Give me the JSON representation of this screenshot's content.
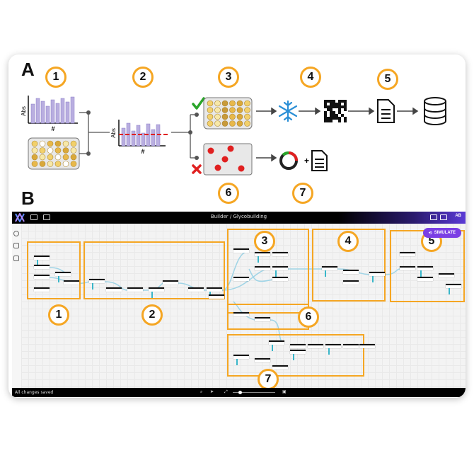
{
  "panels": {
    "a_label": "A",
    "b_label": "B"
  },
  "numbers": [
    "1",
    "2",
    "3",
    "4",
    "5",
    "6",
    "7"
  ],
  "panel_a": {
    "abs_label": "Abs",
    "hash_label": "#",
    "check_icon": "check-icon",
    "cross_icon": "cross-icon",
    "freeze_icon": "snowflake-icon",
    "qr_icon": "qr-code-icon",
    "doc_icon": "document-icon",
    "db_icon": "database-icon",
    "plus": "+",
    "colors": {
      "accent": "#f5a623",
      "bar": "#b9aee0",
      "threshold": "#e02020",
      "good": "#2aa52a",
      "bad": "#e02020",
      "freeze": "#2a8fd6"
    }
  },
  "app": {
    "breadcrumb": "Builder / Glycobuilding",
    "simulate_label": "SIMULATE",
    "status_left": "All changes saved",
    "user_initials": "AB",
    "accent": "#7b3fe4"
  }
}
